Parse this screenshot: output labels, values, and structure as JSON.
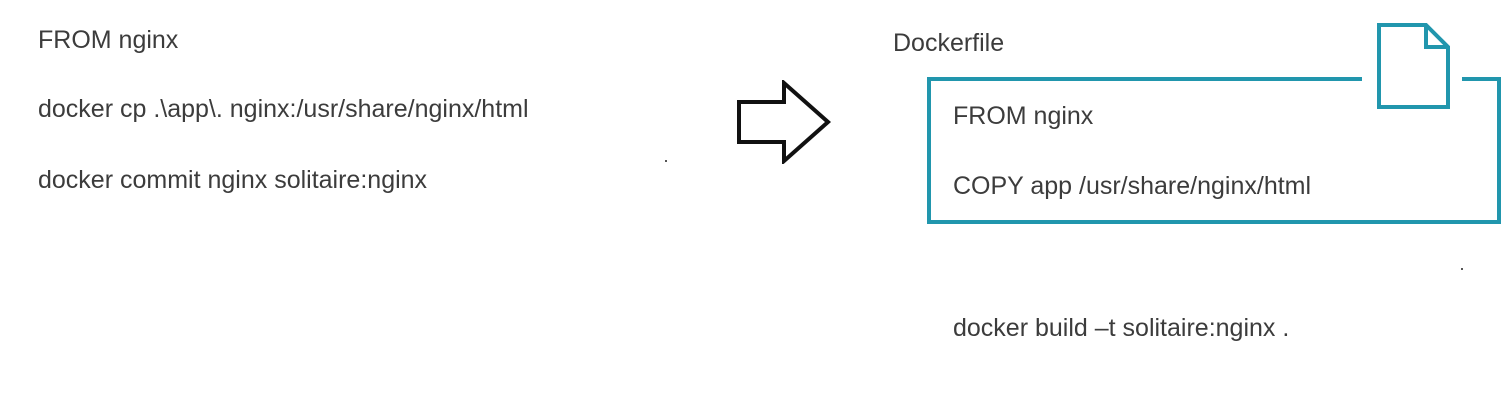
{
  "before": {
    "commands": [
      "FROM nginx",
      "docker cp .\\app\\. nginx:/usr/share/nginx/html",
      "docker commit nginx solitaire:nginx"
    ]
  },
  "after": {
    "file_label": "Dockerfile",
    "file_lines": [
      "FROM nginx",
      "COPY app /usr/share/nginx/html"
    ],
    "build_command": "docker build –t solitaire:nginx ."
  },
  "icons": {
    "transition": "right-arrow-icon",
    "file": "document-icon"
  },
  "colors": {
    "accent": "#2196ad",
    "text": "#3c3c3c"
  }
}
